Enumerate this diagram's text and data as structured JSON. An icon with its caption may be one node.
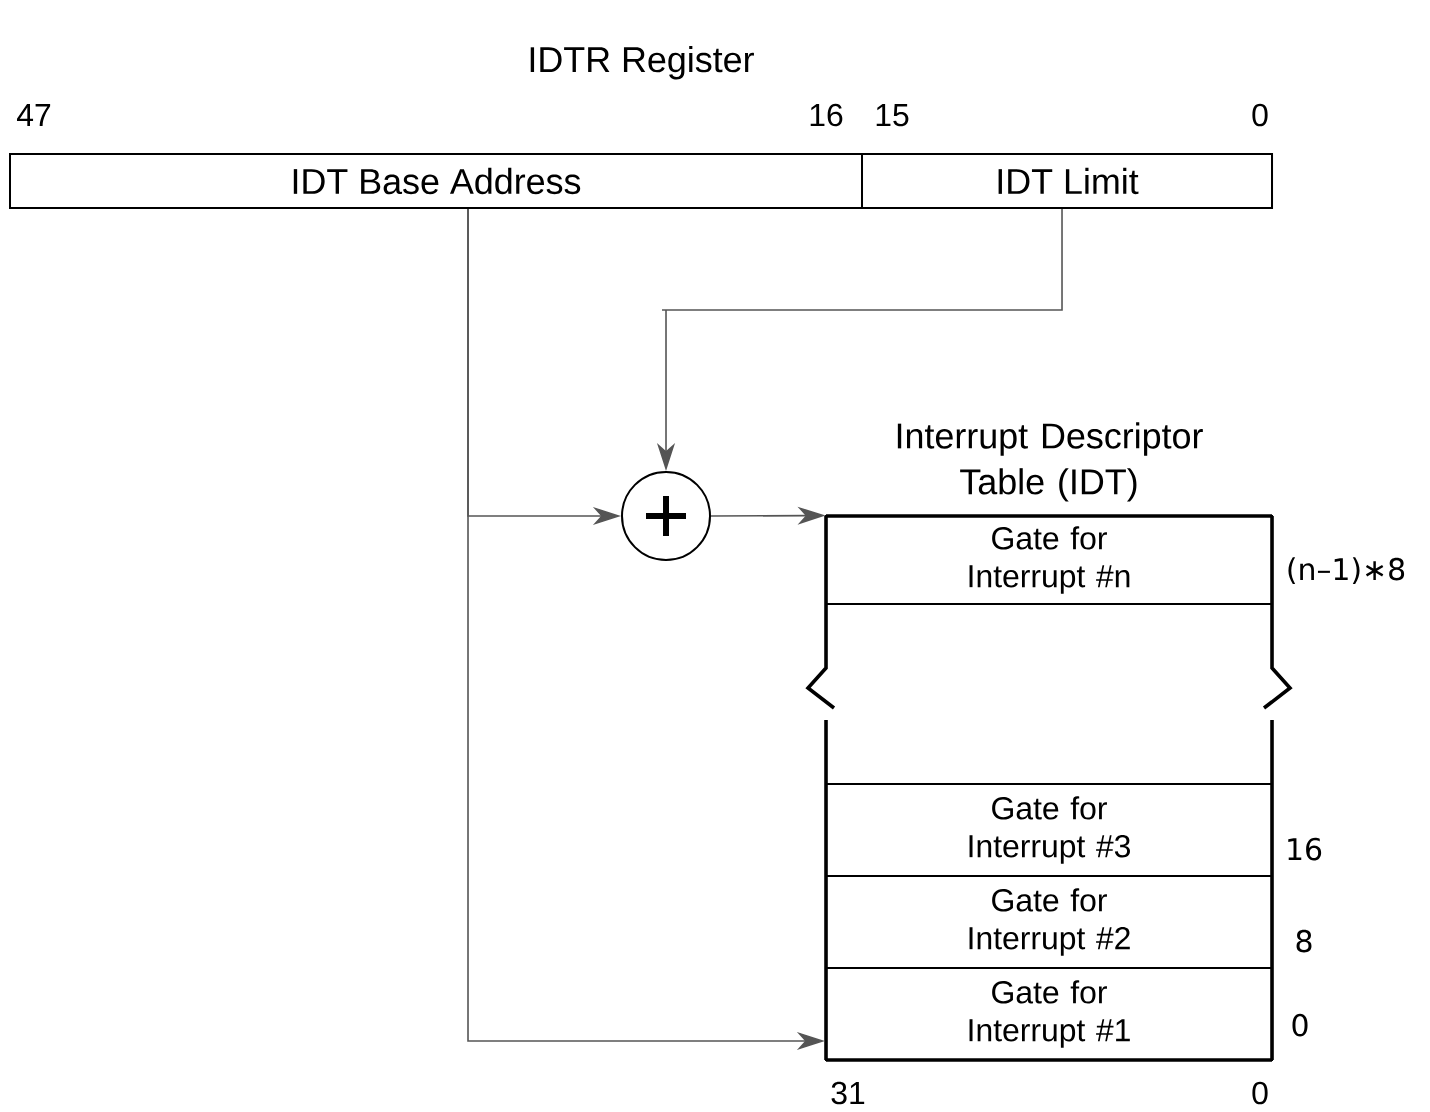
{
  "diagram": {
    "nodes": [
      {
        "text": [
          "IDTR Register"
        ]
      },
      {
        "text": [
          "IDT Base Address"
        ],
        "in": 0
      },
      {
        "text": [
          "IDT Limit"
        ],
        "in": 0
      },
      {
        "text": [],
        "shape": "circle"
      },
      {
        "text": [
          "Interrupt Descriptor Table (IDT)"
        ]
      },
      {
        "text": [
          "Gate for Interrupt #n"
        ],
        "in": 4,
        "beside": [
          "(n–1)∗8"
        ]
      },
      {
        "text": [
          "Gate for Interrupt #3"
        ],
        "in": 4,
        "beside": [
          "16"
        ]
      },
      {
        "text": [
          "Gate for Interrupt #2"
        ],
        "in": 4,
        "beside": [
          "8"
        ]
      },
      {
        "text": [
          "Gate for Interrupt #1"
        ],
        "in": 4,
        "beside": [
          "0"
        ]
      }
    ],
    "edges": [
      {
        "from": 1,
        "to": 3,
        "arrow": "to"
      },
      {
        "from": 1,
        "to": 8,
        "arrow": "to"
      },
      {
        "from": 2,
        "to": 3,
        "arrow": "to"
      },
      {
        "from": 3,
        "to": 4,
        "arrow": "to"
      }
    ],
    "labels": [
      "47",
      "16",
      "15",
      "0",
      "31",
      "0"
    ]
  }
}
